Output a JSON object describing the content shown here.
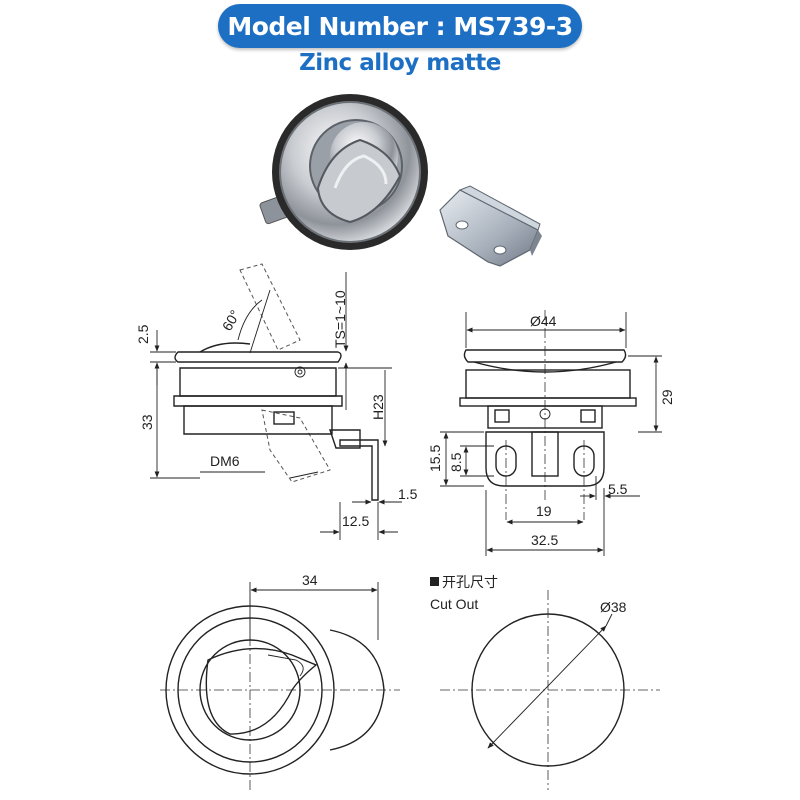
{
  "header": {
    "model_label": "Model Number : MS739-3",
    "material": "Zinc alloy matte"
  },
  "colors": {
    "banner": "#1d6fc4",
    "material_text": "#1d6fc4",
    "line": "#222222"
  },
  "photos": {
    "latch_photo_icon": "flush-latch-photo",
    "bracket_photo_icon": "bracket-photo"
  },
  "side_view": {
    "dim_2_5": "2.5",
    "dim_angle": "60°",
    "dim_ts": "TS=1~10",
    "dim_h23": "H23",
    "dim_33": "33",
    "dim_dm6": "DM6",
    "dim_1_5": "1.5",
    "dim_12_5": "12.5"
  },
  "front_view": {
    "dim_44": "Ø44",
    "dim_29": "29",
    "dim_15_5": "15.5",
    "dim_8_5": "8.5",
    "dim_5_5": "5.5",
    "dim_19": "19",
    "dim_32_5": "32.5"
  },
  "top_view": {
    "dim_34": "34"
  },
  "cutout": {
    "title_cn": "开孔尺寸",
    "title_en": "Cut Out",
    "dim_38": "Ø38"
  }
}
